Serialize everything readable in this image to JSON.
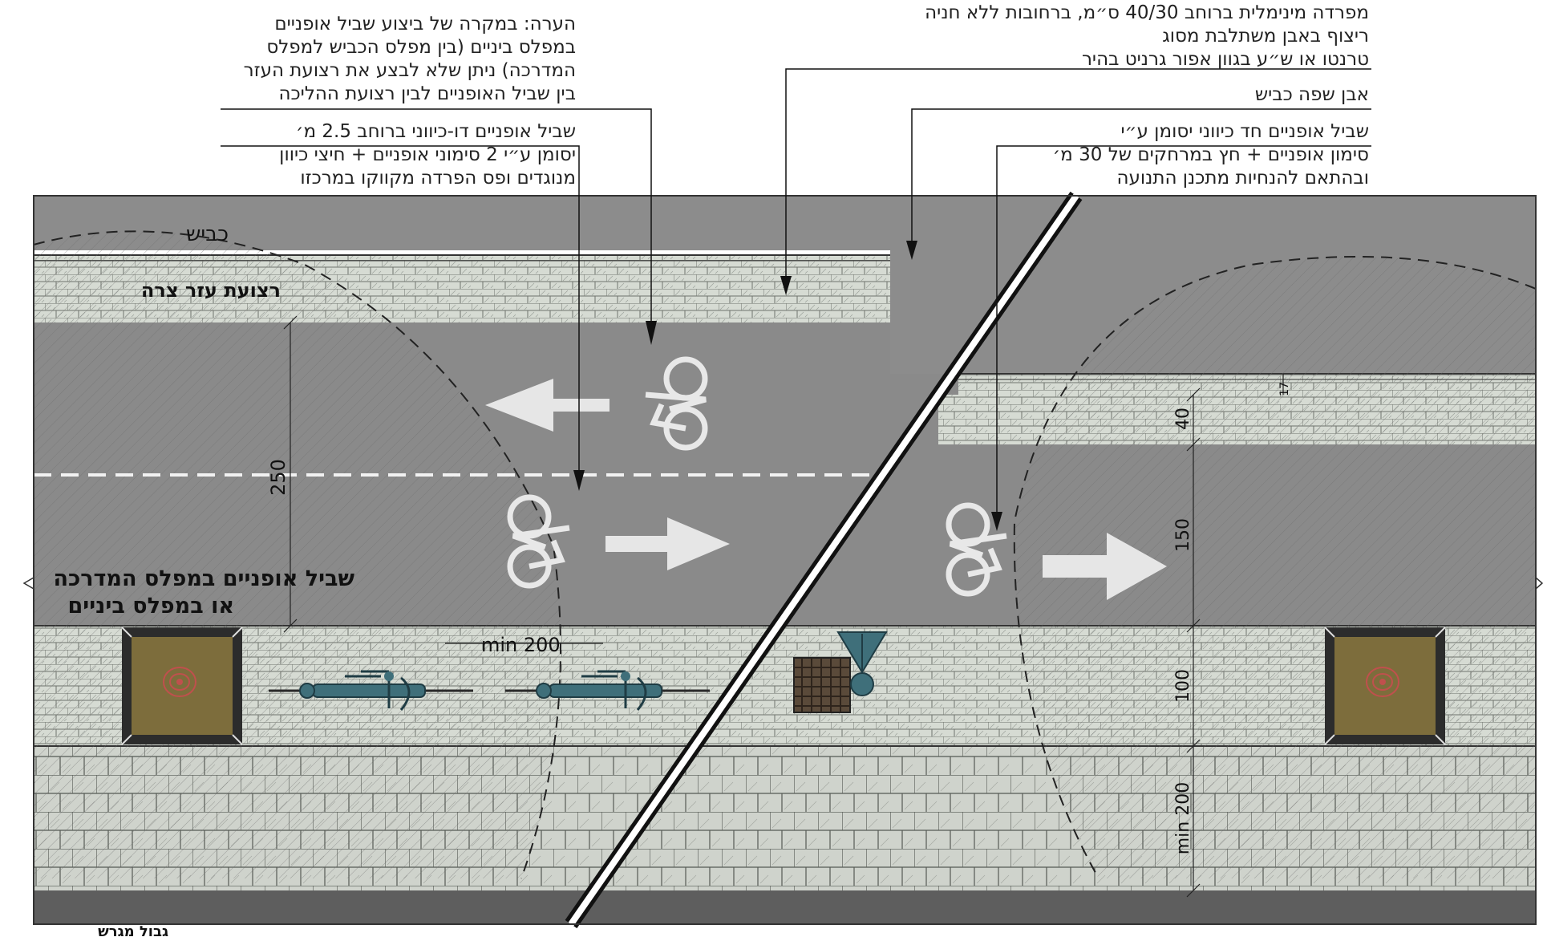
{
  "notes": {
    "intermediate_note": [
      "הערה: במקרה של ביצוע שביל אופניים",
      "במפלס ביניים (בין מפלס הכביש למפלס",
      "המדרכה) ניתן שלא לבצע את רצועת העזר",
      "בין שביל האופניים לבין רצועת ההליכה"
    ],
    "two_way_path": [
      "שביל אופניים דו-כיווני ברוחב 2.5 מ׳",
      "יסומן ע״י 2 סימוני אופניים + חיצי כיוון",
      "מנוגדים ופס הפרדה מקווקו במרכזו"
    ],
    "separator": [
      "מפרדה מינימלית ברוחב 40/30 ס״מ, ברחובות ללא חניה",
      "ריצוף באבן משתלבת מסוג",
      "טרנטו או ש״ע בגוון אפור גרניט בהיר"
    ],
    "curb": [
      "אבן שפה כביש"
    ],
    "one_way_path": [
      "שביל אופניים חד כיווני יסומן ע״י",
      "סימון אופניים + חץ במרחקים של 30 מ׳",
      "ובהתאם להנחיות מתכנן התנועה"
    ]
  },
  "plan_labels": {
    "road": "כביש",
    "emergency_strip": "רצועת עזר צרה",
    "bike_path_level": "שביל אופניים במפלס המדרכה",
    "bike_path_level_2": "או במפלס ביניים",
    "min_200_a": "min 200",
    "min_200_b": "min 200",
    "bottom_cut": "גבול מגרש"
  },
  "dimensions": {
    "left_width": "250",
    "small_17": "17",
    "sep_40": "40",
    "path_150": "150",
    "strip_100": "100"
  },
  "colors": {
    "road": "#8a8a8a",
    "paving": "#d4d9d2",
    "tree_pit": "#7d6d3c",
    "bike_rack": "#3f6f7a",
    "marking": "#eaeaea"
  },
  "icons": [
    "bicycle-marking-icon",
    "direction-arrow-icon",
    "tree-pit-icon",
    "bike-rack-icon",
    "manhole-icon",
    "street-lamp-icon"
  ]
}
